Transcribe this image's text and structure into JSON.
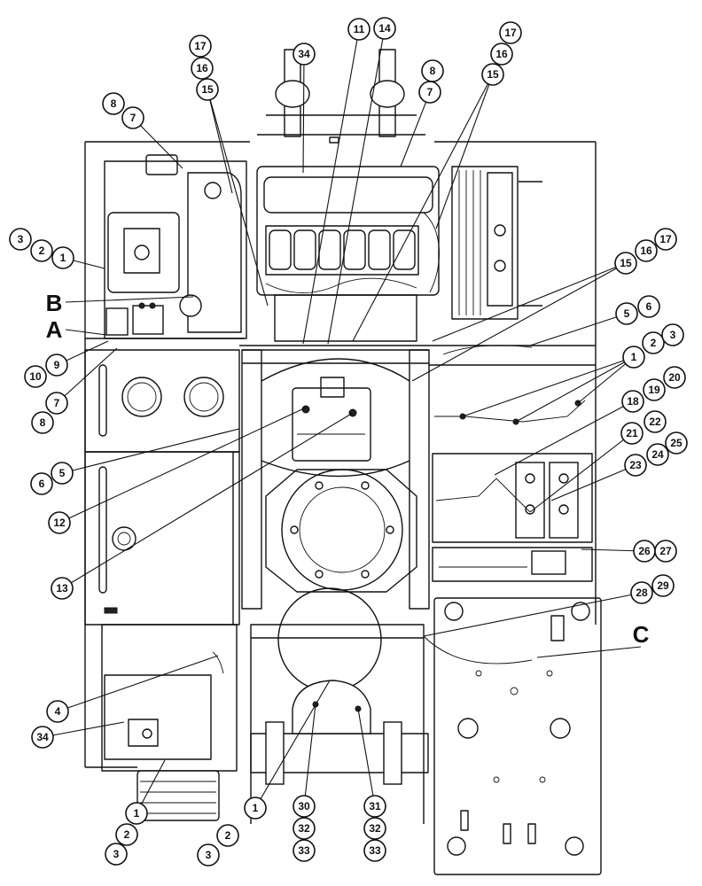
{
  "callouts": {
    "top_left_stack": [
      "17",
      "16",
      "15"
    ],
    "top_center": [
      "34",
      "11",
      "14"
    ],
    "top_right_stack": [
      "17",
      "16",
      "15"
    ],
    "top_right_pair": [
      "8",
      "7"
    ],
    "upper_left_pair": [
      "8",
      "7"
    ],
    "left_upper_triple": [
      "3",
      "2",
      "1"
    ],
    "left_mid_pair": [
      "10",
      "9"
    ],
    "left_mid_pair_b": [
      "7",
      "8"
    ],
    "left_lower_pair": [
      "5",
      "6"
    ],
    "left_singles": [
      "12",
      "13",
      "4",
      "34"
    ],
    "bottom_left_triple": [
      "1",
      "2",
      "3"
    ],
    "bottom_center_triple": [
      "1",
      "2",
      "3"
    ],
    "bottom_center_left_column": [
      "30",
      "32",
      "33"
    ],
    "bottom_center_right_column": [
      "31",
      "32",
      "33"
    ],
    "right_upper_triple": [
      "15",
      "16",
      "17"
    ],
    "right_pair_a": [
      "5",
      "6"
    ],
    "right_triple_a": [
      "1",
      "2",
      "3"
    ],
    "right_triple_b": [
      "18",
      "19",
      "20"
    ],
    "right_cluster": [
      "21",
      "22",
      "25",
      "24",
      "23"
    ],
    "right_pair_b": [
      "26",
      "27"
    ],
    "right_pair_c": [
      "28",
      "29"
    ]
  },
  "view_letters": {
    "b": "B",
    "a": "A",
    "c": "C"
  }
}
